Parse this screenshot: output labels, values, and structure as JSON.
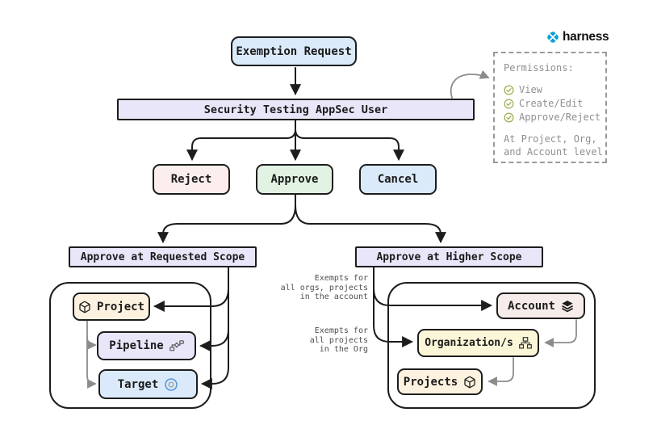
{
  "brand": {
    "wordmark": "harness"
  },
  "flow": {
    "exemption_request": "Exemption Request",
    "appsec_user": "Security Testing AppSec User",
    "reject": "Reject",
    "approve": "Approve",
    "cancel": "Cancel",
    "requested_scope_header": "Approve at Requested Scope",
    "higher_scope_header": "Approve at Higher Scope",
    "requested_scope_nodes": {
      "project": "Project",
      "pipeline": "Pipeline",
      "target": "Target"
    },
    "higher_scope_nodes": {
      "account": "Account",
      "organizations": "Organization/s",
      "projects": "Projects"
    }
  },
  "permissions_panel": {
    "title": "Permissions:",
    "items": [
      "View",
      "Create/Edit",
      "Approve/Reject"
    ],
    "footer": [
      "At Project, Org,",
      "and Account level"
    ]
  },
  "annotations": {
    "account_scope": [
      "Exempts for",
      "all orgs, projects",
      "in the account"
    ],
    "org_scope": [
      "Exempts for",
      "all projects",
      "in the Org"
    ]
  },
  "colors": {
    "blue_fill": "#dbeafa",
    "lavender_fill": "#eae6fa",
    "pink_fill": "#fceeed",
    "green_fill": "#e2f2e2",
    "cream_fill": "#fdf2e0",
    "rose_fill": "#f6edea",
    "yellow_fill": "#fbf6d8",
    "border": "#1d1d1d",
    "gray_arrow": "#8c8c8c",
    "check_green": "#9fae4f",
    "brand_blue": "#0a9fdb"
  }
}
